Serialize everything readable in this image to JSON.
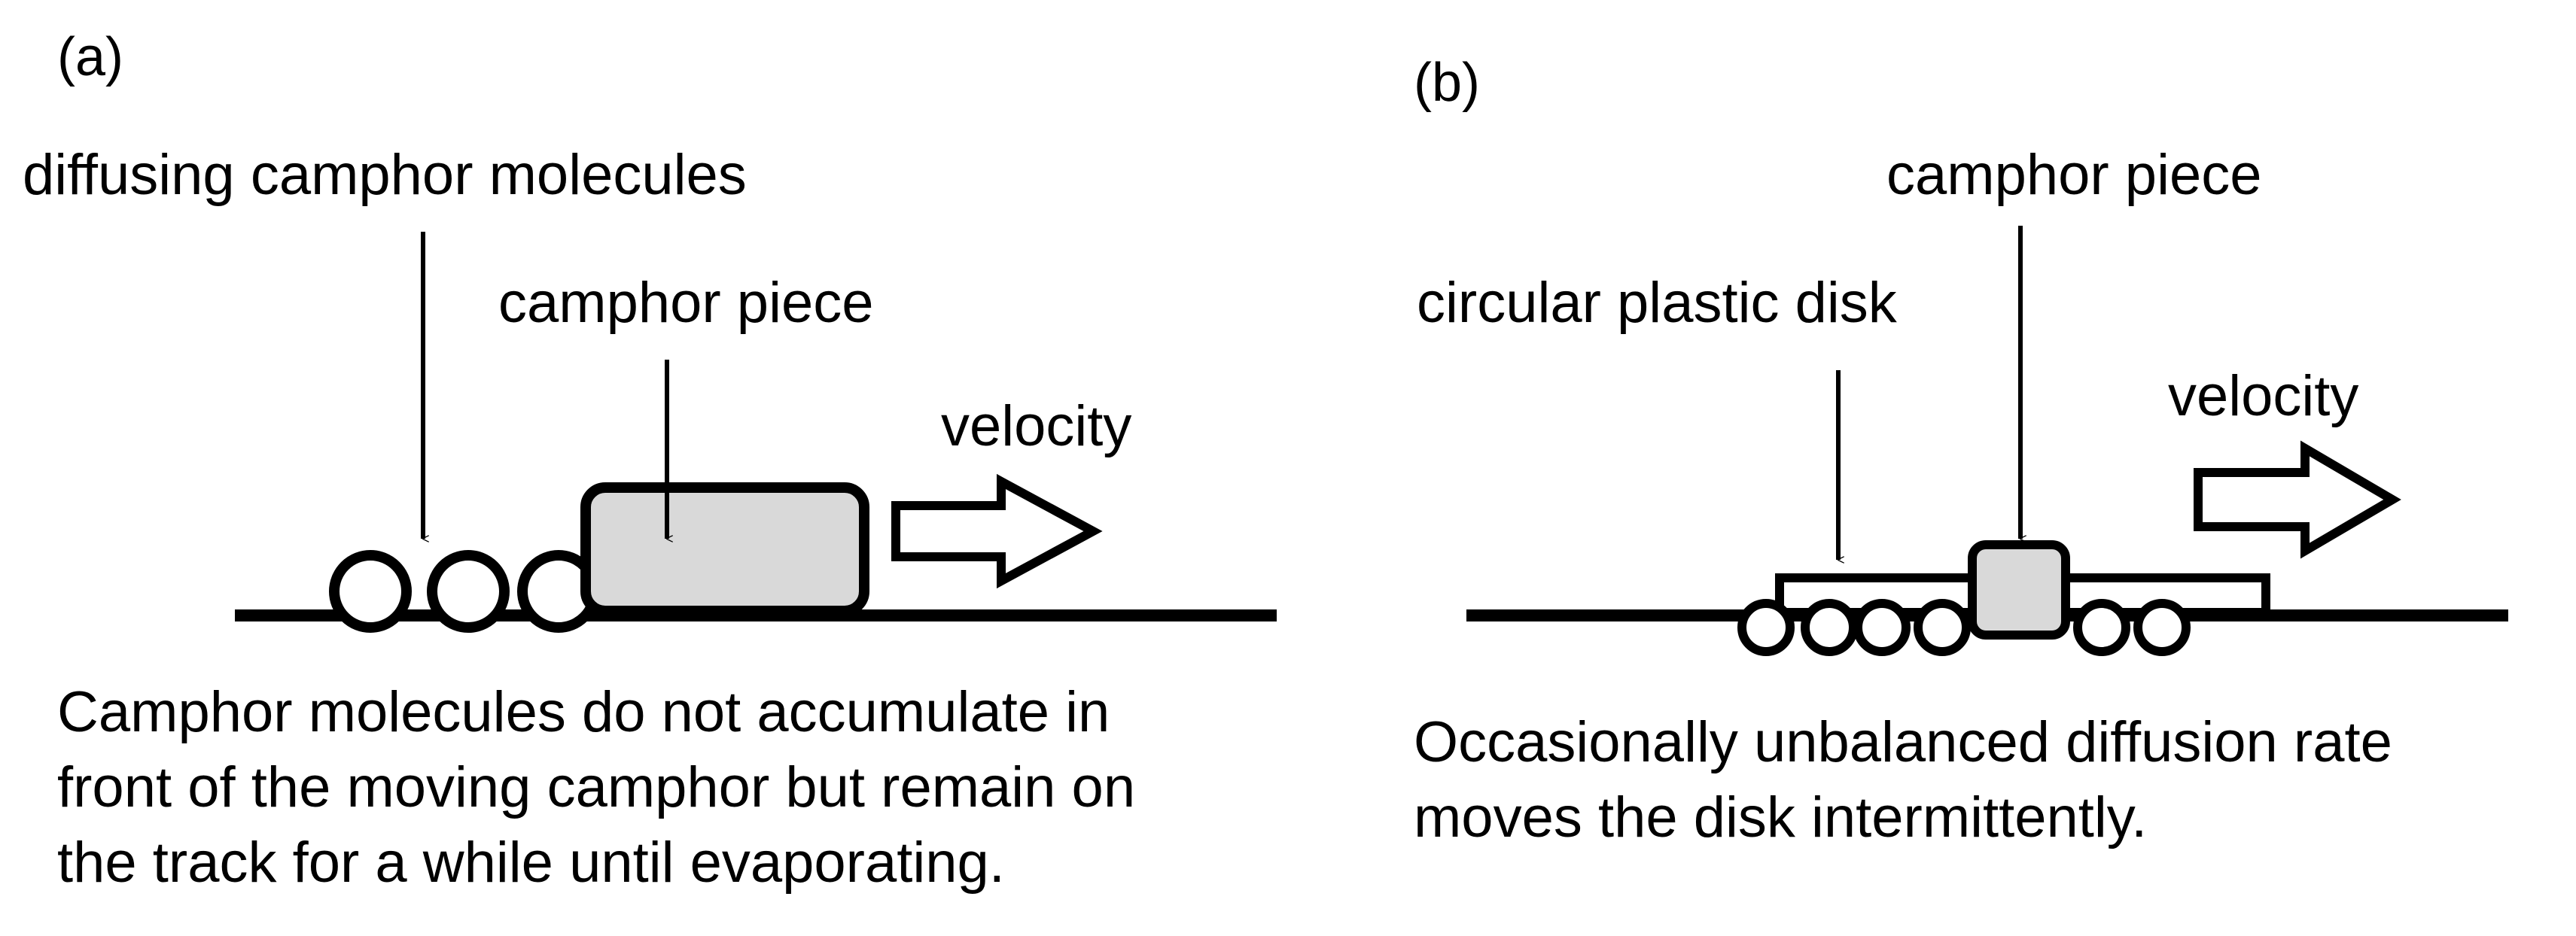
{
  "colors": {
    "stroke": "#000000",
    "camphor_fill": "#d9d9d9",
    "molecule_fill": "#ffffff",
    "background": "#ffffff"
  },
  "panel_a": {
    "label": "(a)",
    "molecules_label": "diffusing camphor molecules",
    "camphor_label": "camphor piece",
    "velocity_label": "velocity",
    "caption_line1": "Camphor molecules do not accumulate in",
    "caption_line2": "front of the moving camphor but remain on",
    "caption_line3": "the track for a while until evaporating."
  },
  "panel_b": {
    "label": "(b)",
    "camphor_label": "camphor piece",
    "disk_label": "circular plastic disk",
    "velocity_label": "velocity",
    "caption_line1": "Occasionally unbalanced diffusion rate",
    "caption_line2": "moves the disk intermittently."
  }
}
